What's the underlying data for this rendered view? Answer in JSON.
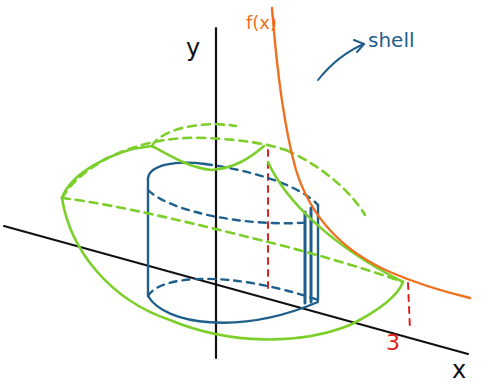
{
  "diagram": {
    "labels": [
      "y",
      "f(x)",
      "shell",
      "3",
      "x"
    ]
  }
}
